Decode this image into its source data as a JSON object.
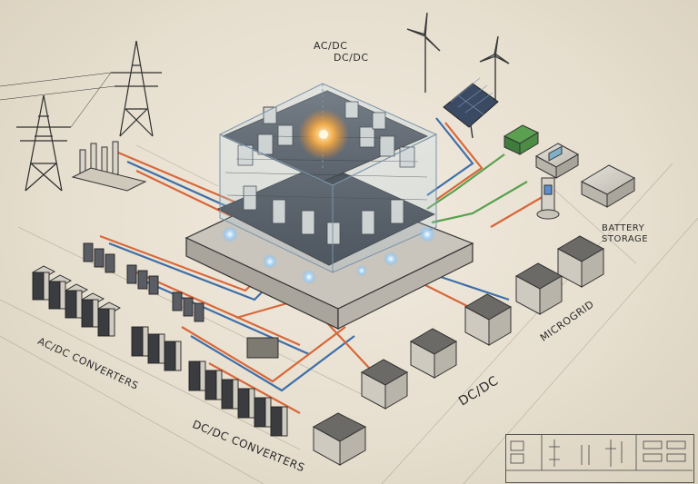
{
  "labels": {
    "acdc_top": "AC/DC",
    "dcdc_top": "DC/DC",
    "battery_line1": "BATTERY",
    "battery_line2": "STORAGE",
    "microgrid": "MICROGRID",
    "dcdc_right": "DC/DC",
    "acdc_converters": "AC/DC CONVERTERS",
    "dcdc_converters": "DC/DC  CONVERTERS"
  },
  "colors": {
    "paper": "#e9e2d3",
    "ink": "#2b2b2b",
    "ac_line": "#d8673a",
    "dc_line": "#3f6fa8",
    "green_line": "#5aa050",
    "glow": "#ffb347",
    "node_glow": "#9fd4ff"
  },
  "icons": [
    "transmission-tower-icon",
    "wind-turbine-icon",
    "solar-panel-icon",
    "battery-icon",
    "ev-charger-icon"
  ]
}
